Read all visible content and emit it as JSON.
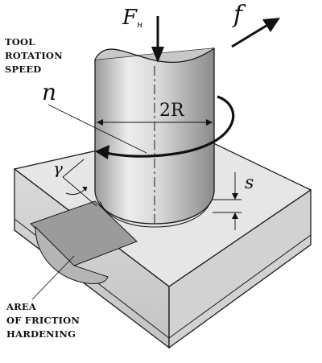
{
  "labels": {
    "tool_rotation_speed": [
      "TOOL",
      "ROTATION",
      "SPEED"
    ],
    "area_friction_hardening": [
      "AREA",
      "OF FRICTION",
      "HARDENING"
    ]
  },
  "symbols": {
    "force_main": "F",
    "force_sub": "н",
    "feed": "f",
    "rotation": "n",
    "diameter": "2R",
    "angle": "γ",
    "depth": "s"
  },
  "colors": {
    "line": "#1a1a1a",
    "block_top": "#e6e6e6",
    "block_front": "#cfcfcf",
    "tool_light": "#e4e4e4",
    "tool_dark": "#8f8f8f",
    "hardened": "#a9a9a9"
  }
}
